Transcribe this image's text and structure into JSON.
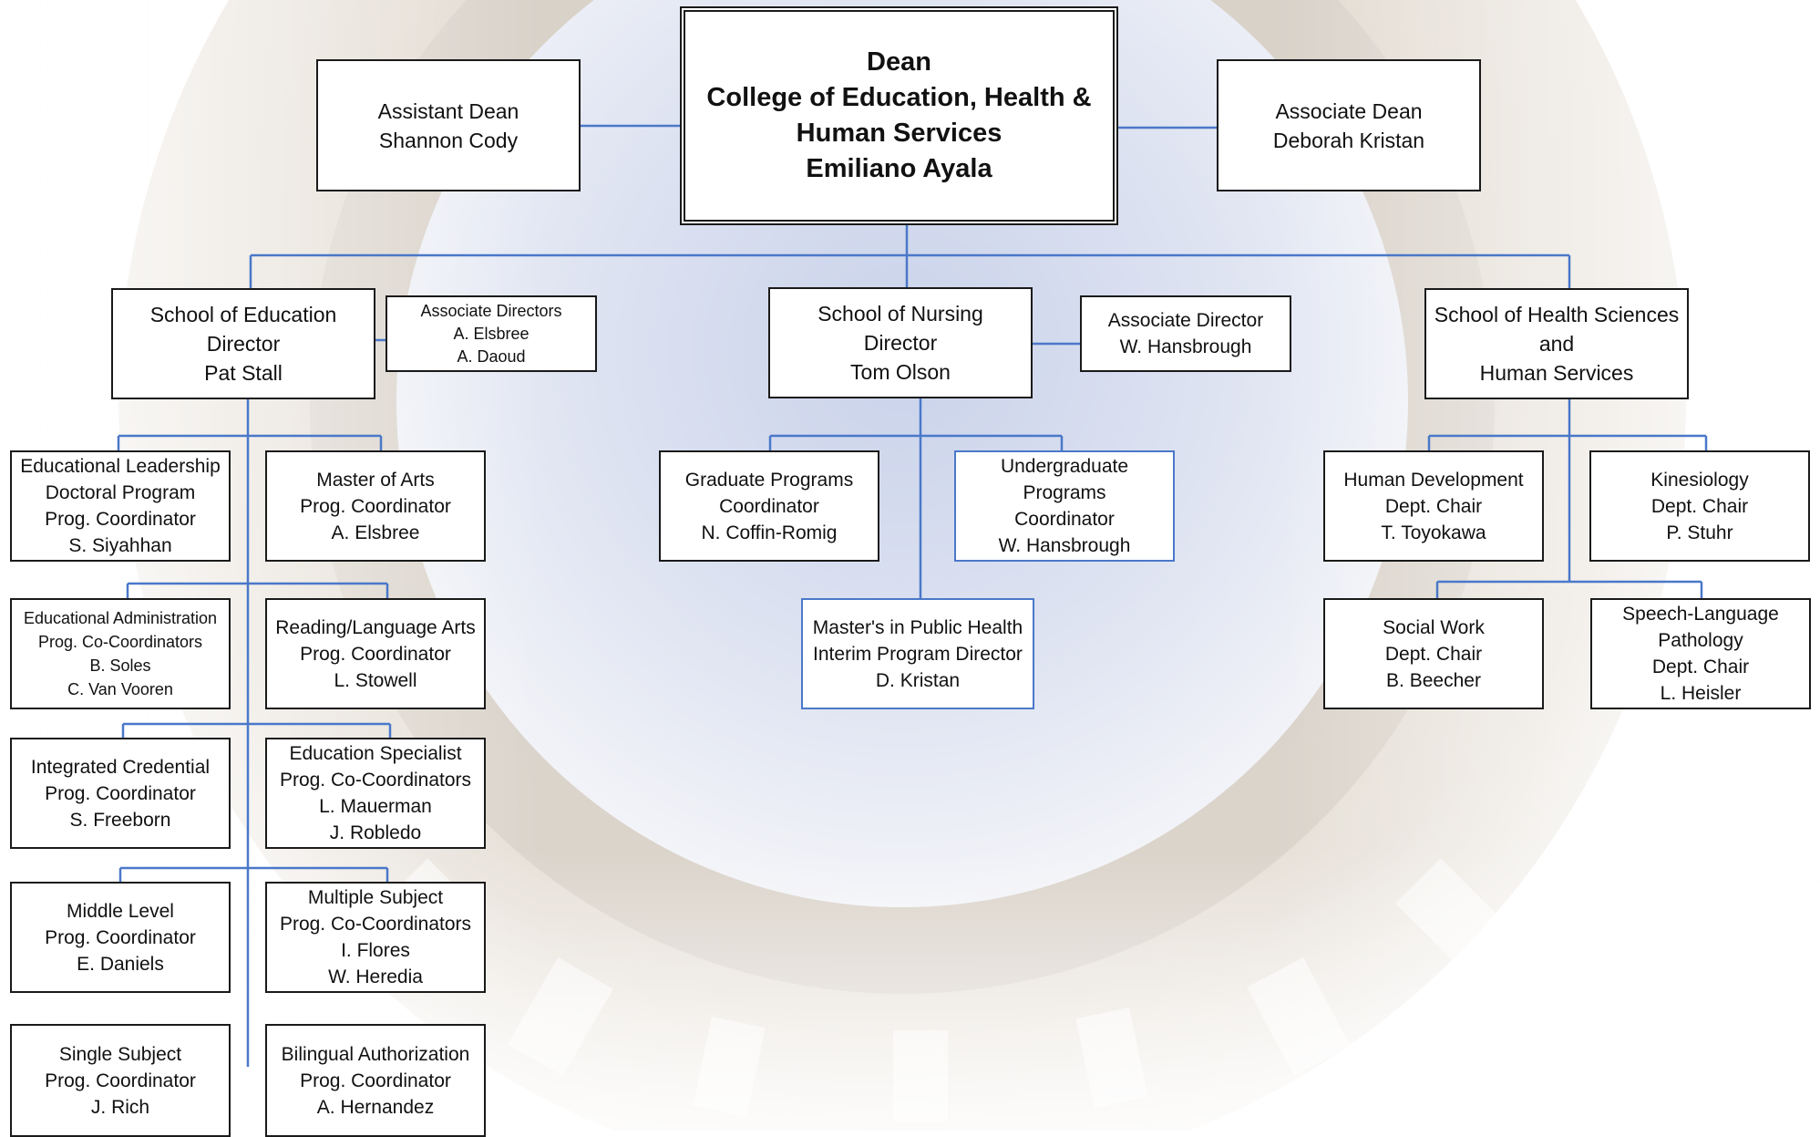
{
  "colors": {
    "connector": "#4a78c9",
    "border": "#1a1a1a",
    "accent_border": "#4a78c9"
  },
  "dean": {
    "lines": [
      "Dean",
      "College of Education, Health &",
      "Human Services",
      "Emiliano Ayala"
    ]
  },
  "assistant_dean": {
    "lines": [
      "Assistant Dean",
      "Shannon Cody"
    ]
  },
  "associate_dean": {
    "lines": [
      "Associate Dean",
      "Deborah Kristan"
    ]
  },
  "school_education": {
    "head": {
      "lines": [
        "School of Education",
        "Director",
        "Pat Stall"
      ]
    },
    "associate": {
      "lines": [
        "Associate Directors",
        "A. Elsbree",
        "A. Daoud"
      ]
    },
    "programs": [
      {
        "lines": [
          "Educational Leadership",
          "Doctoral Program",
          "Prog. Coordinator",
          "S. Siyahhan"
        ]
      },
      {
        "lines": [
          "Master of Arts",
          "Prog. Coordinator",
          "A. Elsbree"
        ]
      },
      {
        "lines": [
          "Educational Administration",
          "Prog. Co-Coordinators",
          "B. Soles",
          "C. Van Vooren"
        ]
      },
      {
        "lines": [
          "Reading/Language Arts",
          "Prog. Coordinator",
          "L. Stowell"
        ]
      },
      {
        "lines": [
          "Integrated Credential",
          "Prog. Coordinator",
          "S. Freeborn"
        ]
      },
      {
        "lines": [
          "Education Specialist",
          "Prog. Co-Coordinators",
          "L. Mauerman",
          "J. Robledo"
        ]
      },
      {
        "lines": [
          "Middle Level",
          "Prog. Coordinator",
          "E. Daniels"
        ]
      },
      {
        "lines": [
          "Multiple Subject",
          "Prog. Co-Coordinators",
          "I. Flores",
          "W. Heredia"
        ]
      },
      {
        "lines": [
          "Single Subject",
          "Prog. Coordinator",
          "J. Rich"
        ]
      },
      {
        "lines": [
          "Bilingual Authorization",
          "Prog. Coordinator",
          "A. Hernandez"
        ]
      }
    ]
  },
  "school_nursing": {
    "head": {
      "lines": [
        "School of Nursing",
        "Director",
        "Tom Olson"
      ]
    },
    "associate": {
      "lines": [
        "Associate Director",
        "W. Hansbrough"
      ]
    },
    "programs": [
      {
        "lines": [
          "Graduate Programs",
          "Coordinator",
          "N. Coffin-Romig"
        ]
      },
      {
        "lines": [
          "Undergraduate",
          "Programs",
          "Coordinator",
          "W. Hansbrough"
        ]
      },
      {
        "lines": [
          "Master's in Public Health",
          "Interim Program Director",
          "D. Kristan"
        ]
      }
    ]
  },
  "school_health": {
    "head": {
      "lines": [
        "School of Health Sciences",
        "and",
        "Human Services"
      ]
    },
    "departments": [
      {
        "lines": [
          "Human Development",
          "Dept. Chair",
          "T. Toyokawa"
        ]
      },
      {
        "lines": [
          "Kinesiology",
          "Dept. Chair",
          "P. Stuhr"
        ]
      },
      {
        "lines": [
          "Social Work",
          "Dept. Chair",
          "B. Beecher"
        ]
      },
      {
        "lines": [
          "Speech-Language",
          "Pathology",
          "Dept. Chair",
          "L. Heisler"
        ]
      }
    ]
  }
}
